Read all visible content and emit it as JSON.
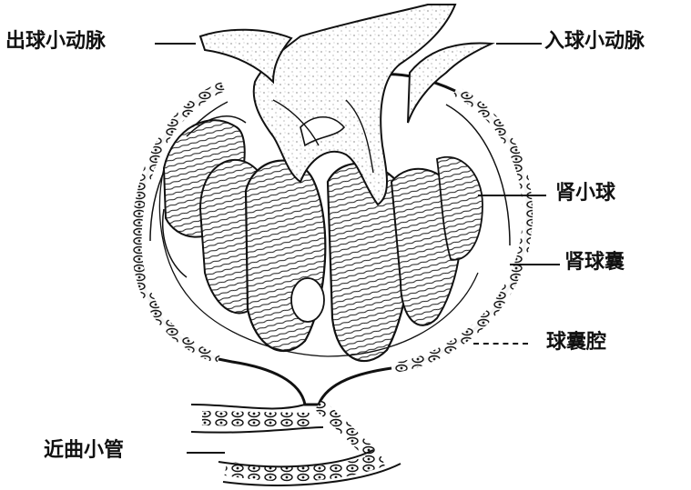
{
  "diagram": {
    "labels": {
      "efferent_arteriole": "出球小动脉",
      "afferent_arteriole": "入球小动脉",
      "glomerulus": "肾小球",
      "bowman_capsule": "肾球囊",
      "capsular_space": "球囊腔",
      "proximal_tubule": "近曲小管"
    }
  }
}
